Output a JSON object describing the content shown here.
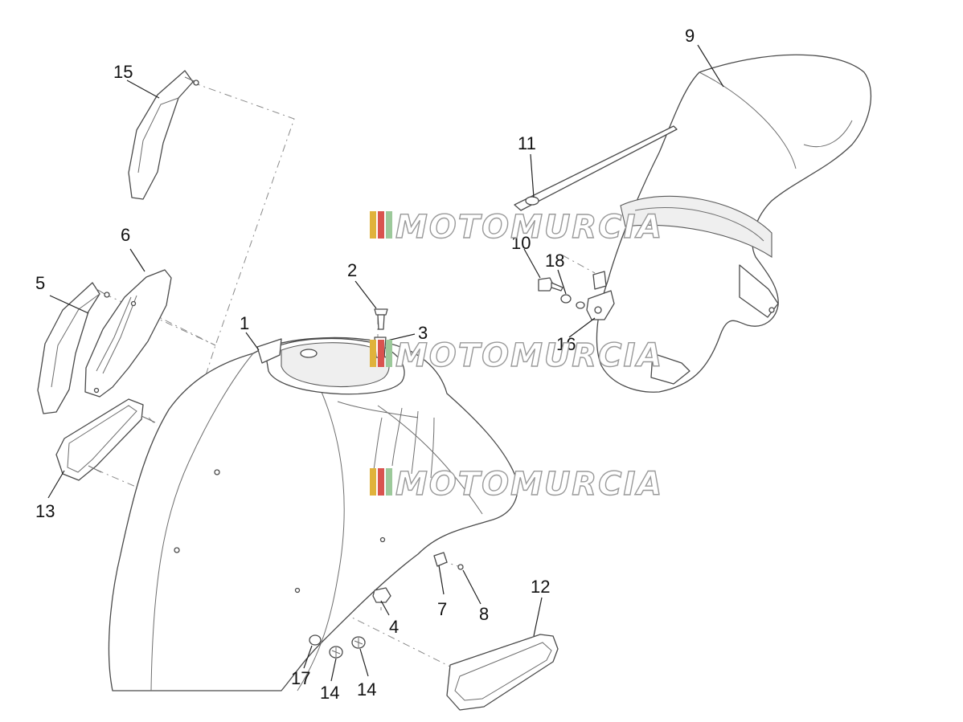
{
  "diagram": {
    "callouts": [
      {
        "id": "p1",
        "label": "1"
      },
      {
        "id": "p2",
        "label": "2"
      },
      {
        "id": "p3",
        "label": "3"
      },
      {
        "id": "p4",
        "label": "4"
      },
      {
        "id": "p5",
        "label": "5"
      },
      {
        "id": "p6",
        "label": "6"
      },
      {
        "id": "p7",
        "label": "7"
      },
      {
        "id": "p8",
        "label": "8"
      },
      {
        "id": "p9",
        "label": "9"
      },
      {
        "id": "p10",
        "label": "10"
      },
      {
        "id": "p11",
        "label": "11"
      },
      {
        "id": "p12",
        "label": "12"
      },
      {
        "id": "p13",
        "label": "13"
      },
      {
        "id": "p14a",
        "label": "14"
      },
      {
        "id": "p14b",
        "label": "14"
      },
      {
        "id": "p15",
        "label": "15"
      },
      {
        "id": "p16",
        "label": "16"
      },
      {
        "id": "p17",
        "label": "17"
      },
      {
        "id": "p18",
        "label": "18"
      }
    ]
  },
  "watermark": {
    "text": "MOTOMURCIA",
    "colors": [
      "#e0b23c",
      "#d9534f",
      "#9cc99a"
    ]
  }
}
